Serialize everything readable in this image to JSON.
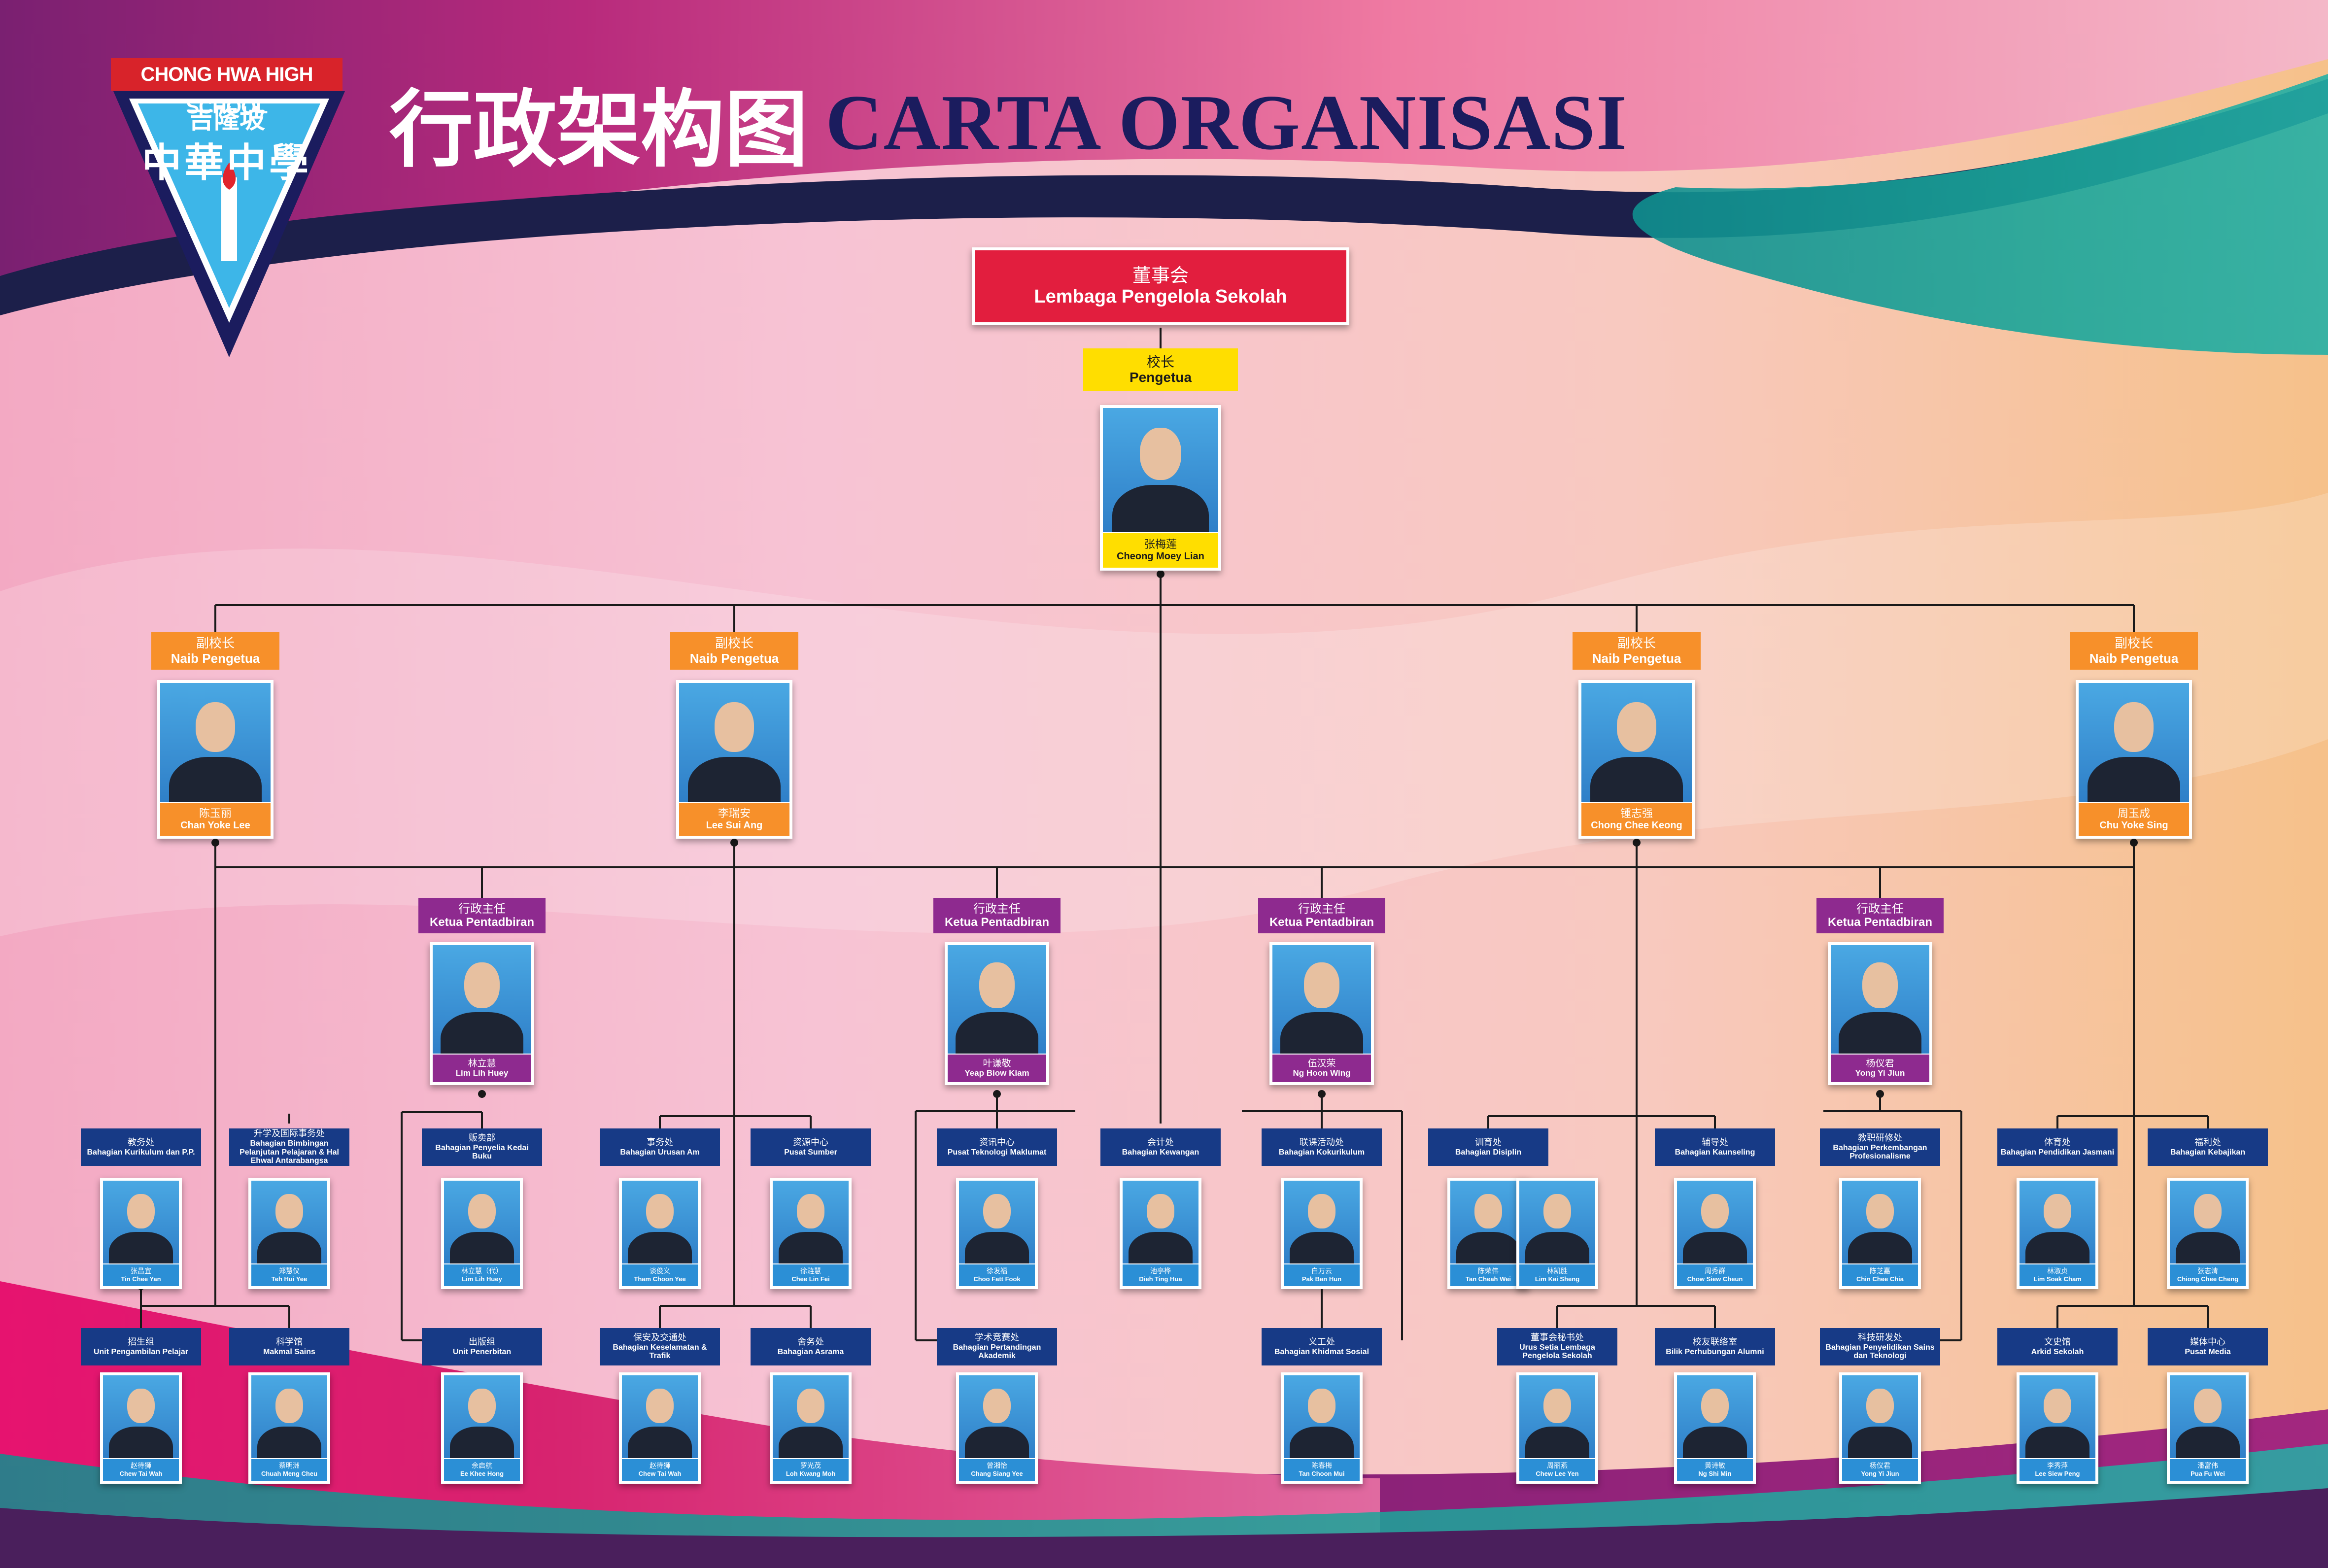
{
  "school": {
    "name_en": "CHONG HWA HIGH SCHOOL",
    "name_cn_top": "吉隆坡",
    "name_cn_main": "中華中學"
  },
  "title": {
    "chinese": "行政架构图",
    "malay": "CARTA ORGANISASI"
  },
  "board": {
    "zh": "董事会",
    "ms": "Lembaga Pengelola Sekolah"
  },
  "principal": {
    "role_zh": "校长",
    "role_ms": "Pengetua",
    "name_zh": "张梅莲",
    "name_ms": "Cheong Moey Lian"
  },
  "vice_principals": [
    {
      "role_zh": "副校长",
      "role_ms": "Naib Pengetua",
      "name_zh": "陈玉丽",
      "name_ms": "Chan Yoke Lee"
    },
    {
      "role_zh": "副校长",
      "role_ms": "Naib Pengetua",
      "name_zh": "李瑞安",
      "name_ms": "Lee Sui Ang"
    },
    {
      "role_zh": "副校长",
      "role_ms": "Naib Pengetua",
      "name_zh": "锺志强",
      "name_ms": "Chong Chee Keong"
    },
    {
      "role_zh": "副校长",
      "role_ms": "Naib Pengetua",
      "name_zh": "周玉成",
      "name_ms": "Chu Yoke Sing"
    }
  ],
  "admin_heads": [
    {
      "role_zh": "行政主任",
      "role_ms": "Ketua Pentadbiran",
      "name_zh": "林立慧",
      "name_ms": "Lim Lih Huey"
    },
    {
      "role_zh": "行政主任",
      "role_ms": "Ketua Pentadbiran",
      "name_zh": "叶谦敬",
      "name_ms": "Yeap Biow Kiam"
    },
    {
      "role_zh": "行政主任",
      "role_ms": "Ketua Pentadbiran",
      "name_zh": "伍汉荣",
      "name_ms": "Ng Hoon Wing"
    },
    {
      "role_zh": "行政主任",
      "role_ms": "Ketua Pentadbiran",
      "name_zh": "杨仪君",
      "name_ms": "Yong Yi Jiun"
    }
  ],
  "units_row1": [
    {
      "dept_zh": "教务处",
      "dept_ms": "Bahagian Kurikulum dan P.P.",
      "name_zh": "张昌宜",
      "name_ms": "Tin Chee Yan"
    },
    {
      "dept_zh": "升学及国际事务处",
      "dept_ms": "Bahagian Bimbingan Pelanjutan Pelajaran & Hal Ehwal Antarabangsa",
      "name_zh": "郑慧仪",
      "name_ms": "Teh Hui Yee"
    },
    {
      "dept_zh": "贩卖部",
      "dept_ms": "Bahagian Penyelia Kedai Buku",
      "name_zh": "林立慧（代）",
      "name_ms": "Lim Lih Huey"
    },
    {
      "dept_zh": "事务处",
      "dept_ms": "Bahagian Urusan Am",
      "name_zh": "谈俊义",
      "name_ms": "Tham Choon Yee"
    },
    {
      "dept_zh": "资源中心",
      "dept_ms": "Pusat Sumber",
      "name_zh": "徐涟慧",
      "name_ms": "Chee Lin Fei"
    },
    {
      "dept_zh": "资讯中心",
      "dept_ms": "Pusat Teknologi Maklumat",
      "name_zh": "徐发福",
      "name_ms": "Choo Fatt Fook"
    },
    {
      "dept_zh": "会计处",
      "dept_ms": "Bahagian Kewangan",
      "name_zh": "池亭桦",
      "name_ms": "Dieh Ting Hua"
    },
    {
      "dept_zh": "联课活动处",
      "dept_ms": "Bahagian Kokurikulum",
      "name_zh": "白万云",
      "name_ms": "Pak Ban Hun"
    },
    {
      "dept_zh": "训育处",
      "dept_ms": "Bahagian Disiplin",
      "name_zh": "陈荣伟",
      "name_ms": "Tan Cheah Wei"
    },
    {
      "dept_zh": "林凯胜",
      "dept_ms": "",
      "name_zh": "林凯胜",
      "name_ms": "Lim Kai Sheng"
    },
    {
      "dept_zh": "辅导处",
      "dept_ms": "Bahagian Kaunseling",
      "name_zh": "周秀群",
      "name_ms": "Chow Siew Cheun"
    },
    {
      "dept_zh": "教职研修处",
      "dept_ms": "Bahagian Perkembangan Profesionalisme",
      "name_zh": "陈芝嘉",
      "name_ms": "Chin Chee Chia"
    },
    {
      "dept_zh": "体育处",
      "dept_ms": "Bahagian Pendidikan Jasmani",
      "name_zh": "林淑贞",
      "name_ms": "Lim Soak Cham"
    },
    {
      "dept_zh": "福利处",
      "dept_ms": "Bahagian Kebajikan",
      "name_zh": "张志清",
      "name_ms": "Chiong Chee Cheng"
    }
  ],
  "units_row2": [
    {
      "dept_zh": "招生组",
      "dept_ms": "Unit Pengambilan Pelajar",
      "name_zh": "赵待狮",
      "name_ms": "Chew Tai Wah"
    },
    {
      "dept_zh": "科学馆",
      "dept_ms": "Makmal Sains",
      "name_zh": "蔡明洲",
      "name_ms": "Chuah Meng Cheu"
    },
    {
      "dept_zh": "出版组",
      "dept_ms": "Unit Penerbitan",
      "name_zh": "余启航",
      "name_ms": "Ee Khee Hong"
    },
    {
      "dept_zh": "保安及交通处",
      "dept_ms": "Bahagian Keselamatan & Trafik",
      "name_zh": "赵待狮",
      "name_ms": "Chew Tai Wah"
    },
    {
      "dept_zh": "舍务处",
      "dept_ms": "Bahagian Asrama",
      "name_zh": "罗光茂",
      "name_ms": "Loh Kwang Moh"
    },
    {
      "dept_zh": "学术竞赛处",
      "dept_ms": "Bahagian Pertandingan Akademik",
      "name_zh": "曾湘怡",
      "name_ms": "Chang Siang Yee"
    },
    {
      "dept_zh": "义工处",
      "dept_ms": "Bahagian Khidmat Sosial",
      "name_zh": "陈春梅",
      "name_ms": "Tan Choon Mui"
    },
    {
      "dept_zh": "董事会秘书处",
      "dept_ms": "Urus Setia Lembaga Pengelola Sekolah",
      "name_zh": "周丽燕",
      "name_ms": "Chew Lee Yen"
    },
    {
      "dept_zh": "校友联络室",
      "dept_ms": "Bilik Perhubungan Alumni",
      "name_zh": "黄诗敏",
      "name_ms": "Ng Shi Min"
    },
    {
      "dept_zh": "科技研发处",
      "dept_ms": "Bahagian Penyelidikan Sains dan Teknologi",
      "name_zh": "杨仪君",
      "name_ms": "Yong Yi Jiun"
    },
    {
      "dept_zh": "文史馆",
      "dept_ms": "Arkid Sekolah",
      "name_zh": "李秀萍",
      "name_ms": "Lee Siew Peng"
    },
    {
      "dept_zh": "媒体中心",
      "dept_ms": "Pusat Media",
      "name_zh": "潘富伟",
      "name_ms": "Pua Fu Wei"
    }
  ],
  "colors": {
    "board": "#e21e3e",
    "principal": "#ffde00",
    "vice": "#f7902a",
    "admin": "#8e2a8f",
    "unit": "#173a86",
    "navy": "#1b1c5e",
    "line": "#1a1a1a"
  }
}
